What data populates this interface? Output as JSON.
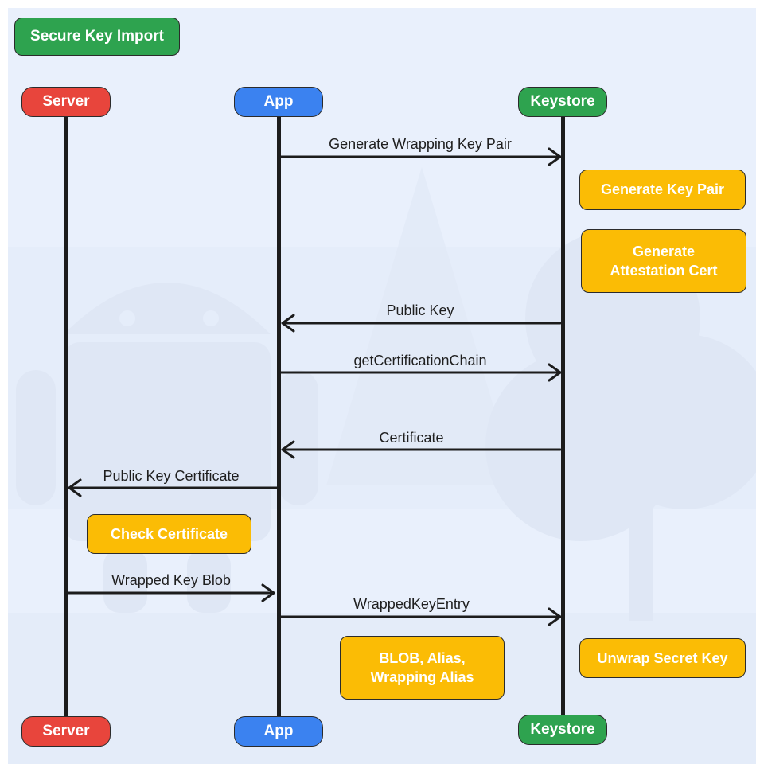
{
  "title": "Secure Key Import",
  "actors": {
    "server": "Server",
    "app": "App",
    "keystore": "Keystore"
  },
  "messages": [
    {
      "label": "Generate Wrapping Key Pair",
      "from": "app",
      "to": "keystore"
    },
    {
      "label": "Public Key",
      "from": "keystore",
      "to": "app"
    },
    {
      "label": "getCertificationChain",
      "from": "app",
      "to": "keystore"
    },
    {
      "label": "Certificate",
      "from": "keystore",
      "to": "app"
    },
    {
      "label": "Public Key Certificate",
      "from": "app",
      "to": "server"
    },
    {
      "label": "Wrapped Key Blob",
      "from": "server",
      "to": "app"
    },
    {
      "label": "WrappedKeyEntry",
      "from": "app",
      "to": "keystore"
    }
  ],
  "notes": {
    "generate_key_pair": "Generate Key Pair",
    "generate_attestation_line1": "Generate",
    "generate_attestation_line2": "Attestation Cert",
    "check_certificate": "Check Certificate",
    "blob_line1": "BLOB, Alias,",
    "blob_line2": "Wrapping Alias",
    "unwrap_secret_key": "Unwrap Secret Key"
  },
  "colors": {
    "server": "#e8453c",
    "app": "#3b82f0",
    "keystore": "#2ea34f",
    "note": "#fbbc05",
    "background": "#e9f0fc"
  }
}
